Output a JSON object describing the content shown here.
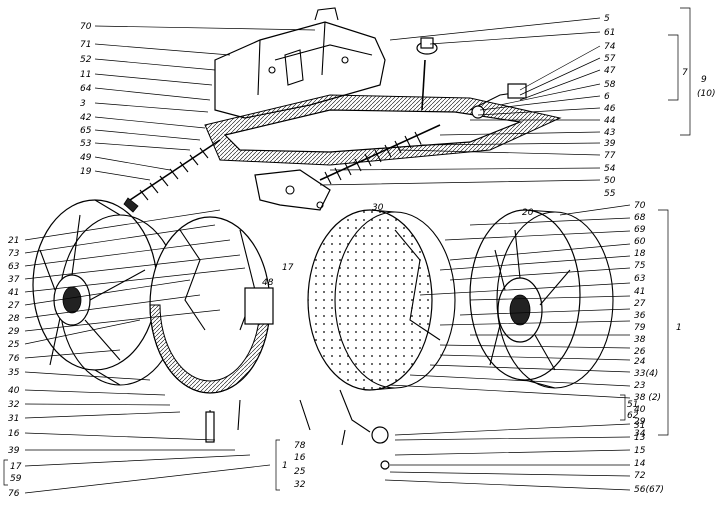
{
  "labels": {
    "left": [
      "70",
      "71",
      "52",
      "11",
      "64",
      "3",
      "42",
      "65",
      "53",
      "49",
      "19",
      "21",
      "73",
      "63",
      "37",
      "41",
      "27",
      "28",
      "29",
      "25",
      "76",
      "35",
      "40",
      "32",
      "31",
      "16",
      "39",
      "17",
      "59",
      "76"
    ],
    "right": [
      "5",
      "61",
      "74",
      "57",
      "47",
      "58",
      "6",
      "46",
      "44",
      "43",
      "39",
      "77",
      "54",
      "50",
      "55",
      "70",
      "68",
      "69",
      "60",
      "18",
      "75",
      "63",
      "41",
      "27",
      "36",
      "79",
      "38",
      "26",
      "24",
      "33(4)",
      "23",
      "38 (2)",
      "40",
      "29",
      "34",
      "51",
      "62",
      "31",
      "13",
      "15",
      "14",
      "72",
      "56(67)"
    ],
    "inner": [
      "17",
      "48",
      "30",
      "20",
      "78",
      "16",
      "25",
      "32"
    ]
  },
  "groups": [
    "9",
    "7",
    "(10)",
    "1",
    "1"
  ]
}
